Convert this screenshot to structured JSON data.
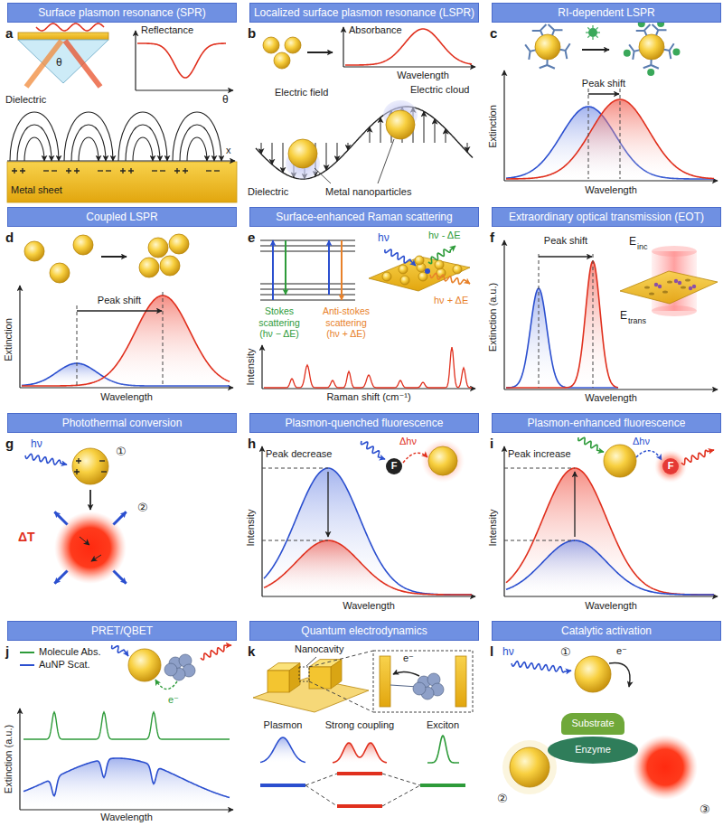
{
  "diagram": {
    "nodes": [
      {
        "text": [
          "Surface plasmon resonance (SPR)"
        ]
      },
      {
        "text": [
          "Localized surface plasmon resonance (LSPR)"
        ]
      },
      {
        "text": [
          "RI-dependent LSPR"
        ]
      },
      {
        "text": [
          "Coupled LSPR"
        ]
      },
      {
        "text": [
          "Surface-enhanced Raman scattering"
        ]
      },
      {
        "text": [
          "Extraordinary optical transmission (EOT)"
        ]
      },
      {
        "text": [
          "Photothermal conversion"
        ]
      },
      {
        "text": [
          "Plasmon-quenched fluorescence"
        ]
      },
      {
        "text": [
          "F"
        ]
      },
      {
        "text": [
          "Plasmon-enhanced fluorescence"
        ]
      },
      {
        "text": [
          "F"
        ]
      },
      {
        "text": [
          "PRET/QBET"
        ]
      },
      {
        "text": [
          "Quantum electrodynamics"
        ]
      },
      {
        "text": [
          "Catalytic activation"
        ]
      },
      {
        "text": [
          "Substrate"
        ]
      },
      {
        "text": [
          "Enzyme"
        ]
      }
    ],
    "labels": [
      "a",
      "θ",
      "Reflectance",
      "θ",
      "Dielectric",
      "x",
      "Metal sheet",
      "b",
      "Absorbance",
      "Wavelength",
      "Electric field",
      "Electric cloud",
      "Dielectric",
      "Metal nanoparticles",
      "c",
      "Extinction",
      "Peak shift",
      "Wavelength",
      "d",
      "Extinction",
      "Peak shift",
      "Wavelength",
      "e",
      "Stokes scattering (hν − ΔE)",
      "Anti-stokes scattering (hν + ΔE)",
      "hν",
      "hν - ΔE",
      "hν + ΔE",
      "Intensity",
      "Raman shift (cm⁻¹)",
      "f",
      "Peak shift",
      "E",
      "inc",
      "E",
      "trans",
      "Extinction (a.u.)",
      "Wavelength",
      "g",
      "hν",
      "①",
      "②",
      "ΔT",
      "h",
      "Peak decrease",
      "Δhν",
      "Intensity",
      "Wavelength",
      "i",
      "Peak increase",
      "Δhν",
      "Intensity",
      "Wavelength",
      "j",
      "e⁻",
      "Extinction (a.u.)",
      "Wavelength",
      "k",
      "Nanocavity",
      "e⁻",
      "Plasmon",
      "Strong coupling",
      "Exciton",
      "l",
      "hν",
      "①",
      "e⁻",
      "②",
      "③"
    ],
    "legend": [
      {
        "text": "Molecule Abs."
      },
      {
        "text": "AuNP Scat."
      }
    ]
  }
}
